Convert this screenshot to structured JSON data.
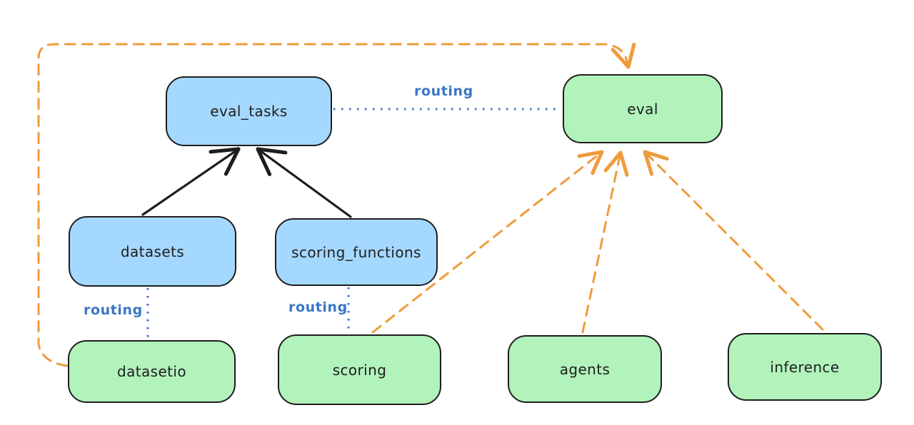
{
  "colors": {
    "background": "#ffffff",
    "node_stroke": "#1e1e1e",
    "blue_node_fill": "#a5d8ff",
    "green_node_fill": "#b2f2bb",
    "routing_blue": "#3b76c4",
    "orange_dashed": "#ef9b3d",
    "solid_arrow_black": "#1e1e1e"
  },
  "nodes": [
    {
      "id": "eval_tasks",
      "label": "eval_tasks",
      "fill": "blue"
    },
    {
      "id": "eval",
      "label": "eval",
      "fill": "green"
    },
    {
      "id": "datasets",
      "label": "datasets",
      "fill": "blue"
    },
    {
      "id": "scoring_functions",
      "label": "scoring_functions",
      "fill": "blue"
    },
    {
      "id": "datasetio",
      "label": "datasetio",
      "fill": "green"
    },
    {
      "id": "scoring",
      "label": "scoring",
      "fill": "green"
    },
    {
      "id": "agents",
      "label": "agents",
      "fill": "green"
    },
    {
      "id": "inference",
      "label": "inference",
      "fill": "green"
    }
  ],
  "edges": [
    {
      "from": "datasets",
      "to": "eval_tasks",
      "style": "solid-arrow",
      "color": "black"
    },
    {
      "from": "scoring_functions",
      "to": "eval_tasks",
      "style": "solid-arrow",
      "color": "black"
    },
    {
      "from": "eval_tasks",
      "to": "eval",
      "style": "dotted",
      "color": "blue",
      "label": "routing"
    },
    {
      "from": "datasets",
      "to": "datasetio",
      "style": "dotted",
      "color": "blue",
      "label": "routing"
    },
    {
      "from": "scoring_functions",
      "to": "scoring",
      "style": "dotted",
      "color": "blue",
      "label": "routing"
    },
    {
      "from": "datasetio",
      "to": "eval",
      "style": "dashed-arrow",
      "color": "orange"
    },
    {
      "from": "scoring",
      "to": "eval",
      "style": "dashed-arrow",
      "color": "orange"
    },
    {
      "from": "agents",
      "to": "eval",
      "style": "dashed-arrow",
      "color": "orange"
    },
    {
      "from": "inference",
      "to": "eval",
      "style": "dashed-arrow",
      "color": "orange"
    }
  ]
}
